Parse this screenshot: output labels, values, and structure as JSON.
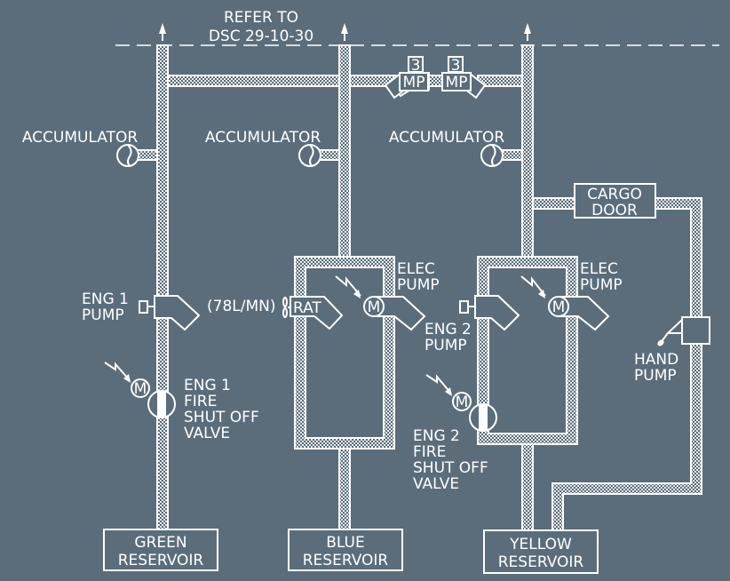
{
  "title": "Hydraulic System Overview",
  "colors": {
    "background": "#5b6d7b",
    "line": "#ffffff"
  },
  "reference": {
    "line1": "REFER TO",
    "line2": "DSC 29-10-30"
  },
  "priority_valves": [
    {
      "number": "3",
      "label": "MP"
    },
    {
      "number": "3",
      "label": "MP"
    }
  ],
  "accumulators": [
    {
      "label": "ACCUMULATOR",
      "system": "green"
    },
    {
      "label": "ACCUMULATOR",
      "system": "blue"
    },
    {
      "label": "ACCUMULATOR",
      "system": "yellow"
    }
  ],
  "cargo_door": {
    "line1": "CARGO",
    "line2": "DOOR"
  },
  "green": {
    "pump": {
      "line1": "ENG 1",
      "line2": "PUMP"
    },
    "valve": {
      "line1": "ENG 1",
      "line2": "FIRE",
      "line3": "SHUT OFF",
      "line4": "VALVE"
    },
    "motor": "M",
    "reservoir": {
      "line1": "GREEN",
      "line2": "RESERVOIR"
    }
  },
  "blue": {
    "rat_flow": "(78L/MN)",
    "rat": "RAT",
    "elec_pump": {
      "line1": "ELEC",
      "line2": "PUMP"
    },
    "motor": "M",
    "reservoir": {
      "line1": "BLUE",
      "line2": "RESERVOIR"
    }
  },
  "yellow": {
    "pump": {
      "line1": "ENG 2",
      "line2": "PUMP"
    },
    "elec_pump": {
      "line1": "ELEC",
      "line2": "PUMP"
    },
    "motor": "M",
    "valve": {
      "line1": "ENG 2",
      "line2": "FIRE",
      "line3": "SHUT OFF",
      "line4": "VALVE"
    },
    "valve_motor": "M",
    "hand_pump": {
      "line1": "HAND",
      "line2": "PUMP"
    },
    "reservoir": {
      "line1": "YELLOW",
      "line2": "RESERVOIR"
    }
  }
}
